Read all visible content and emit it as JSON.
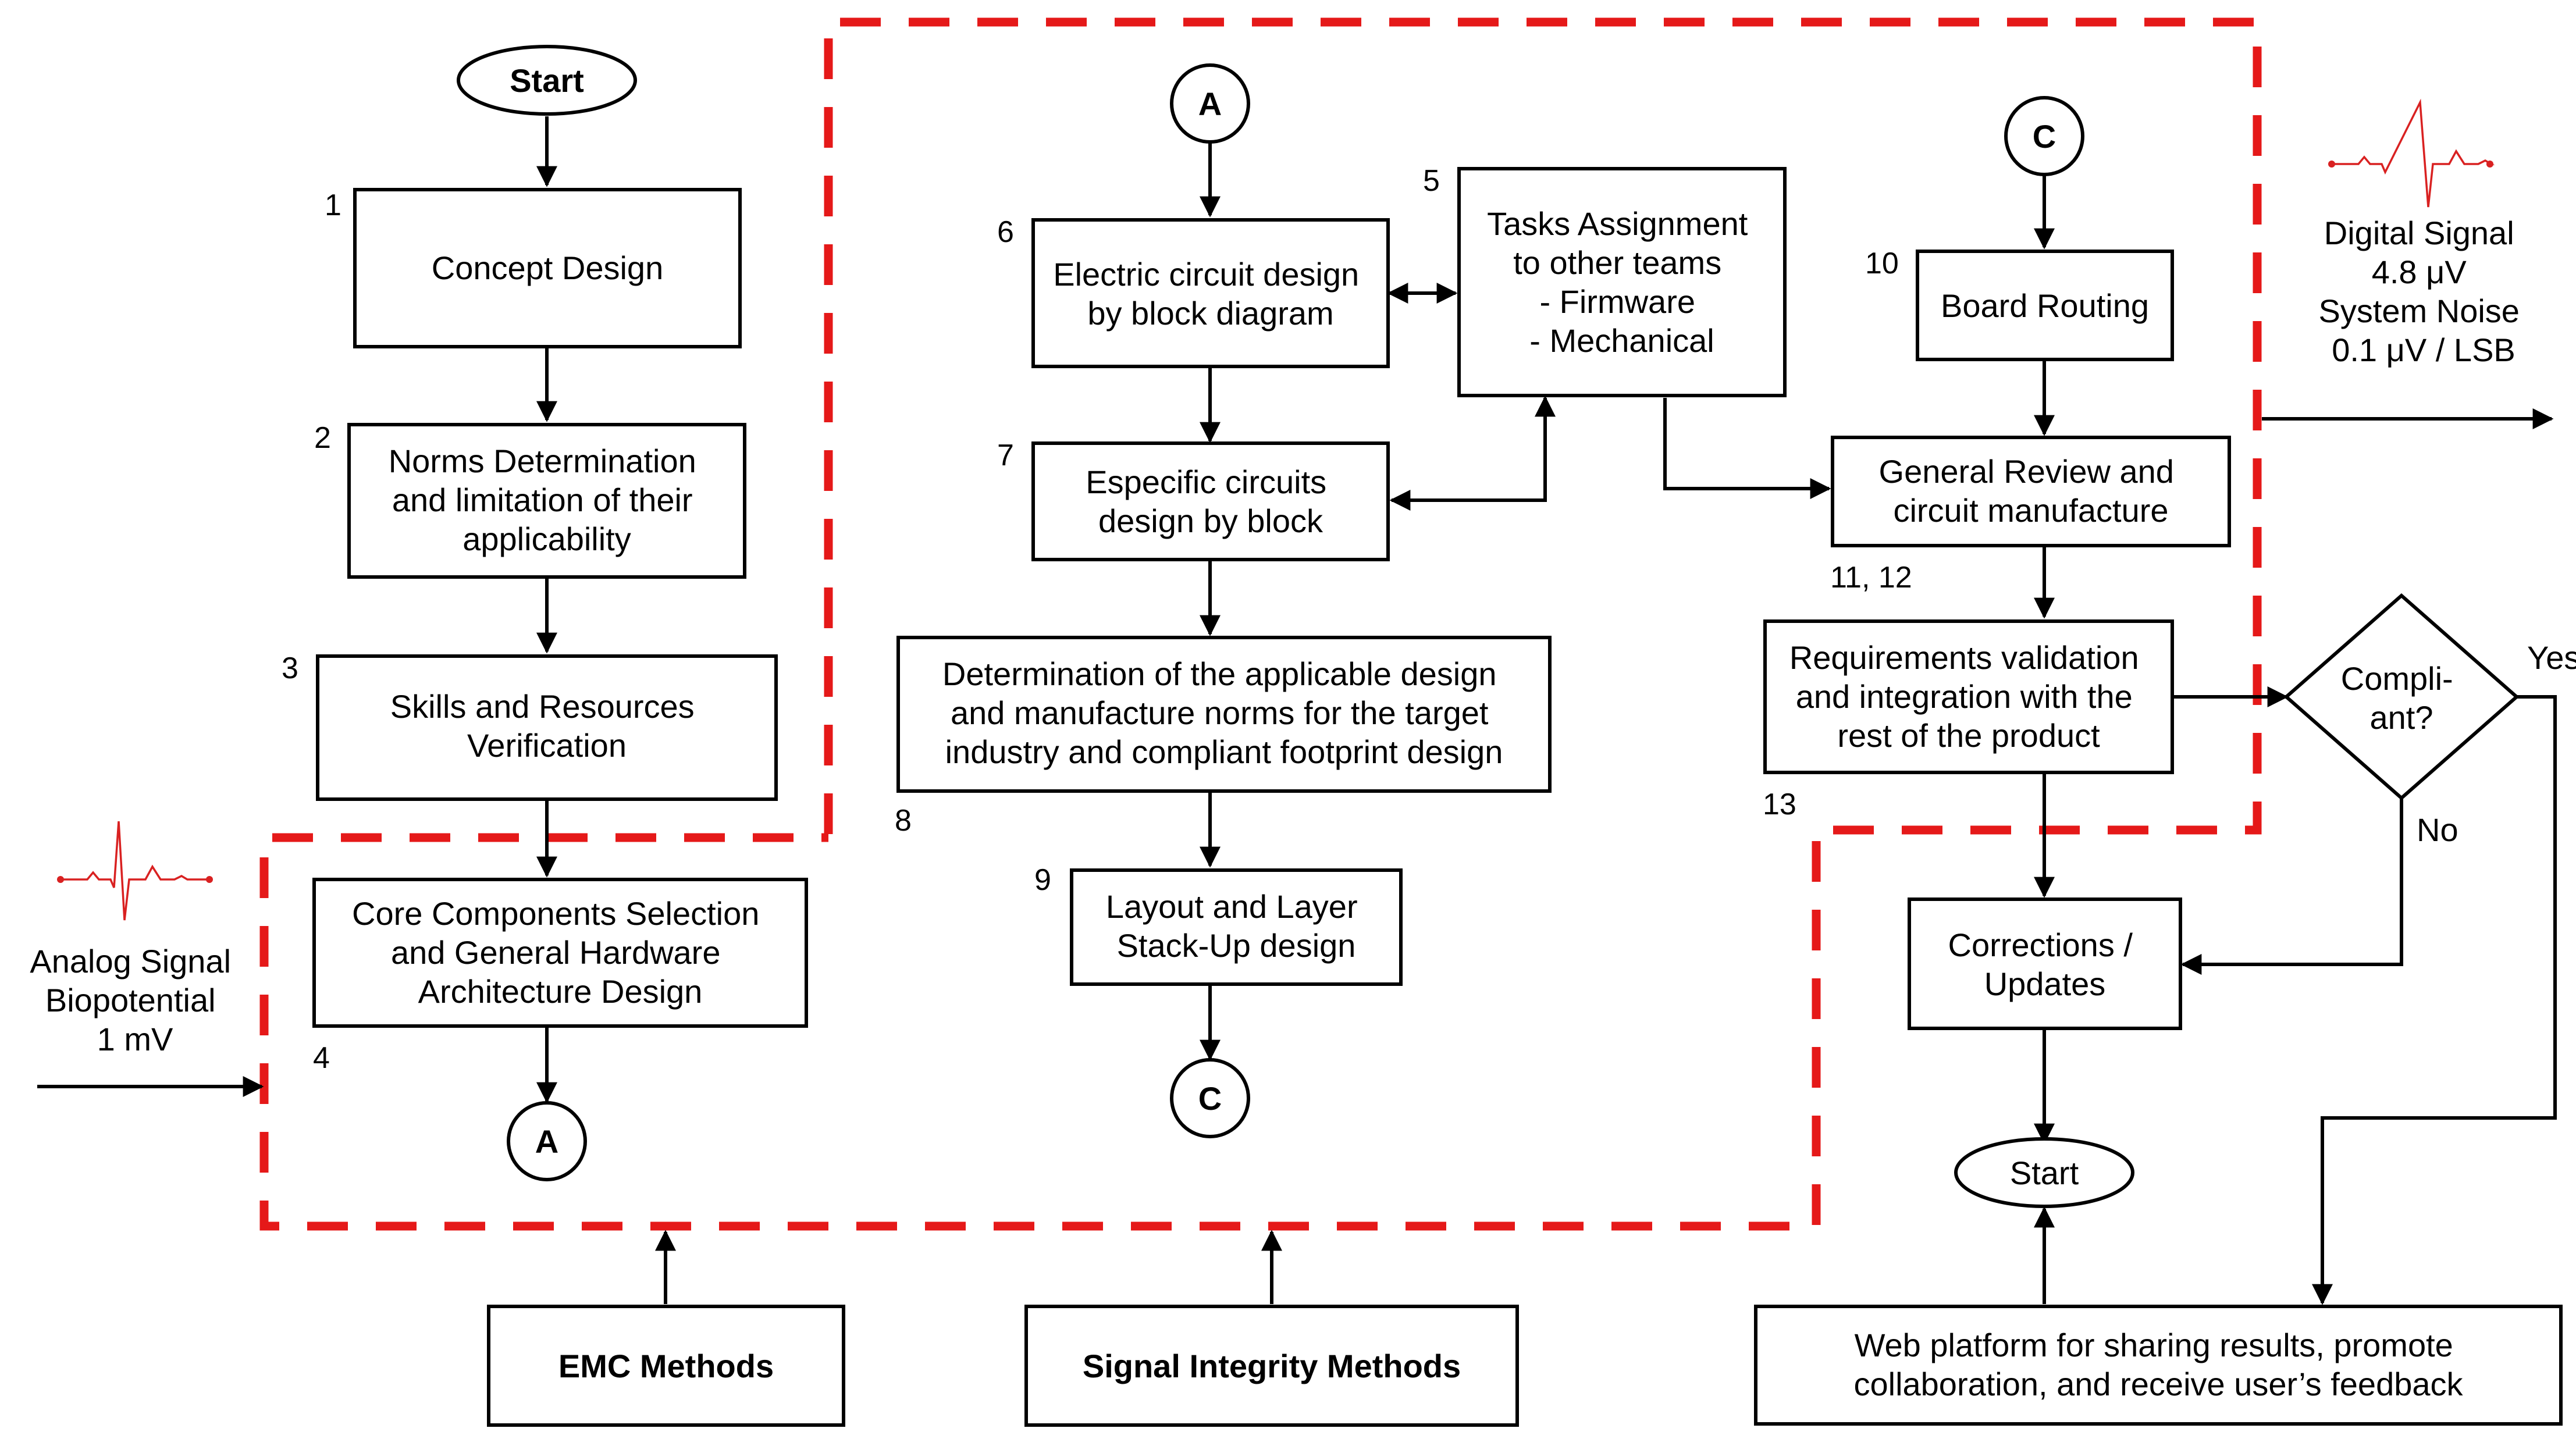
{
  "start_top": "Start",
  "start_bottom": "Start",
  "connectors": {
    "a_top": "A",
    "a_bottom": "A",
    "c_top": "C",
    "c_bottom": "C"
  },
  "numbers": {
    "n1": "1",
    "n2": "2",
    "n3": "3",
    "n4": "4",
    "n5": "5",
    "n6": "6",
    "n7": "7",
    "n8": "8",
    "n9": "9",
    "n10": "10",
    "n11_12": "11, 12",
    "n13": "13"
  },
  "steps": {
    "concept": [
      "Concept Design"
    ],
    "norms": [
      "Norms Determination",
      "and limitation of their",
      "applicability"
    ],
    "skills": [
      "Skills and Resources",
      "Verification"
    ],
    "core": [
      "Core Components Selection",
      "and General Hardware",
      "Architecture Design"
    ],
    "tasks": [
      "Tasks Assignment",
      "to other teams",
      "- Firmware",
      "- Mechanical"
    ],
    "electric": [
      "Electric circuit design",
      "by block diagram"
    ],
    "especific": [
      "Especific circuits",
      "design by block"
    ],
    "determination": [
      "Determination of the applicable design",
      "and manufacture norms for the target",
      "industry and compliant footprint design"
    ],
    "layout": [
      "Layout and Layer",
      "Stack-Up design"
    ],
    "routing": [
      "Board Routing"
    ],
    "review": [
      "General Review and",
      "circuit manufacture"
    ],
    "requirements": [
      "Requirements validation",
      "and integration with the",
      "rest of the product"
    ],
    "corrections": [
      "Corrections /",
      "Updates"
    ],
    "web": [
      "Web platform for sharing results, promote",
      "collaboration, and receive user’s feedback"
    ]
  },
  "decision": {
    "lines": [
      "Compli-",
      "ant?"
    ],
    "yes": "Yes",
    "no": "No"
  },
  "methods": {
    "emc": "EMC Methods",
    "si": "Signal Integrity Methods"
  },
  "analog_signal": [
    "Analog Signal",
    "Biopotential",
    "1 mV"
  ],
  "digital_signal": [
    "Digital Signal",
    "4.8 μV",
    "System Noise",
    "0.1 μV / LSB"
  ],
  "colors": {
    "dashed_boundary": "#e51919",
    "ecg_trace": "#d92121",
    "line": "#000000"
  },
  "icons": {
    "signal": "ecg-waveform-icon"
  }
}
